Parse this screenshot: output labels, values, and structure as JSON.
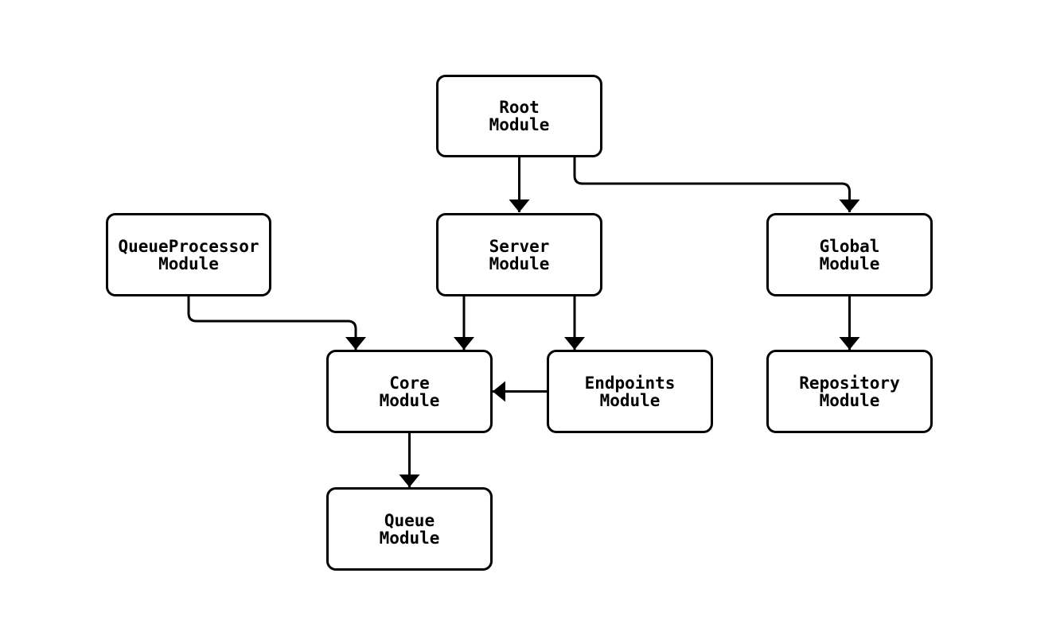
{
  "diagram": {
    "type": "flowchart",
    "direction": "top-down",
    "background_color": "#ffffff",
    "node_fill_color": "#ffffff",
    "node_border_color": "#000000",
    "edge_color": "#000000",
    "text_color": "#000000",
    "nodes": {
      "root": {
        "label": "Root\nModule"
      },
      "queueprocessor": {
        "label": "QueueProcessor\nModule"
      },
      "server": {
        "label": "Server\nModule"
      },
      "global": {
        "label": "Global\nModule"
      },
      "core": {
        "label": "Core\nModule"
      },
      "endpoints": {
        "label": "Endpoints\nModule"
      },
      "repository": {
        "label": "Repository\nModule"
      },
      "queue": {
        "label": "Queue\nModule"
      }
    },
    "edges": [
      {
        "from": "Root Module",
        "to": "Server Module"
      },
      {
        "from": "Root Module",
        "to": "Global Module"
      },
      {
        "from": "QueueProcessor Module",
        "to": "Core Module"
      },
      {
        "from": "Server Module",
        "to": "Core Module"
      },
      {
        "from": "Server Module",
        "to": "Endpoints Module"
      },
      {
        "from": "Endpoints Module",
        "to": "Core Module"
      },
      {
        "from": "Global Module",
        "to": "Repository Module"
      },
      {
        "from": "Core Module",
        "to": "Queue Module"
      }
    ]
  }
}
